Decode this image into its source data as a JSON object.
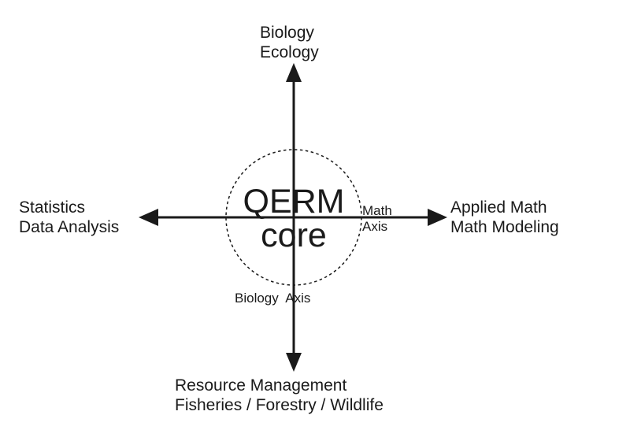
{
  "top": {
    "line1": "Biology",
    "line2": "Ecology"
  },
  "left": {
    "line1": "Statistics",
    "line2": "Data Analysis"
  },
  "right": {
    "line1": "Applied Math",
    "line2": "Math Modeling"
  },
  "bottom": {
    "line1": "Resource Management",
    "line2": "Fisheries / Forestry / Wildlife"
  },
  "core": {
    "line1": "QERM",
    "line2": "core"
  },
  "math_axis": {
    "line1": "Math",
    "line2": "Axis"
  },
  "biology_axis": {
    "label": "Biology  Axis"
  },
  "colors": {
    "ink": "#1a1a1a",
    "background": "#ffffff"
  }
}
